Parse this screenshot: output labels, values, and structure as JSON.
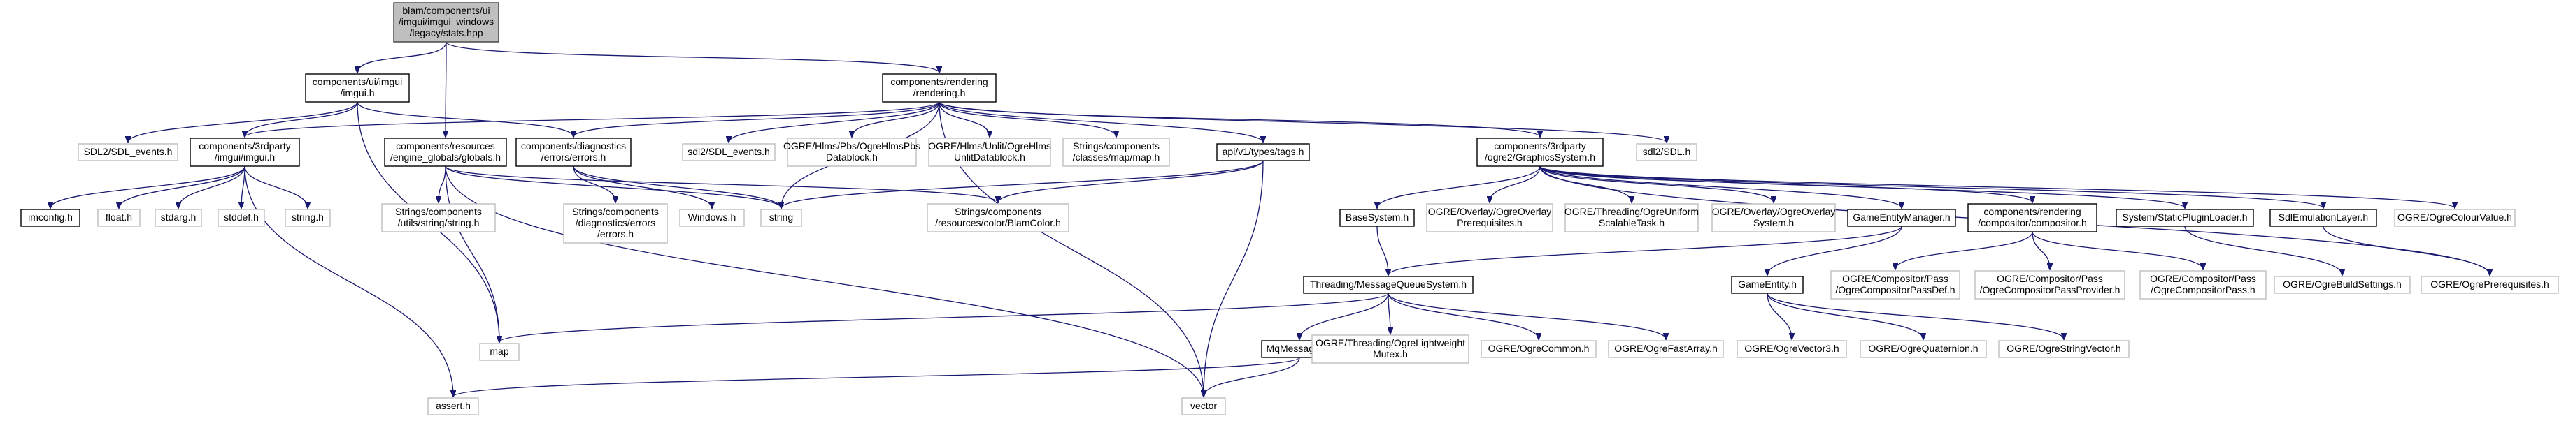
{
  "nodes": [
    {
      "id": "root",
      "lines": [
        "blam/components/ui",
        "/imgui/imgui_windows",
        "/legacy/stats.hpp"
      ],
      "style": "root"
    },
    {
      "id": "imgui_h",
      "lines": [
        "components/ui/imgui",
        "/imgui.h"
      ],
      "style": "normal"
    },
    {
      "id": "rendering_h",
      "lines": [
        "components/rendering",
        "/rendering.h"
      ],
      "style": "normal"
    },
    {
      "id": "sdl2_events",
      "lines": [
        "SDL2/SDL_events.h"
      ],
      "style": "external"
    },
    {
      "id": "third_imgui",
      "lines": [
        "components/3rdparty",
        "/imgui/imgui.h"
      ],
      "style": "normal"
    },
    {
      "id": "globals",
      "lines": [
        "components/resources",
        "/engine_globals/globals.h"
      ],
      "style": "normal"
    },
    {
      "id": "errors",
      "lines": [
        "components/diagnostics",
        "/errors/errors.h"
      ],
      "style": "normal"
    },
    {
      "id": "sdl_events",
      "lines": [
        "sdl2/SDL_events.h"
      ],
      "style": "external"
    },
    {
      "id": "hlms_pbs",
      "lines": [
        "OGRE/Hlms/Pbs/OgreHlmsPbs",
        "Datablock.h"
      ],
      "style": "external"
    },
    {
      "id": "hlms_unlit",
      "lines": [
        "OGRE/Hlms/Unlit/OgreHlms",
        "UnlitDatablock.h"
      ],
      "style": "external"
    },
    {
      "id": "map_h",
      "lines": [
        "Strings/components",
        "/classes/map/map.h"
      ],
      "style": "external"
    },
    {
      "id": "tags",
      "lines": [
        "api/v1/types/tags.h"
      ],
      "style": "normal"
    },
    {
      "id": "graphics",
      "lines": [
        "components/3rdparty",
        "/ogre2/GraphicsSystem.h"
      ],
      "style": "normal"
    },
    {
      "id": "sdl_h",
      "lines": [
        "sdl2/SDL.h"
      ],
      "style": "external"
    },
    {
      "id": "imconfig",
      "lines": [
        "imconfig.h"
      ],
      "style": "normal"
    },
    {
      "id": "float_h",
      "lines": [
        "float.h"
      ],
      "style": "external"
    },
    {
      "id": "stdarg",
      "lines": [
        "stdarg.h"
      ],
      "style": "external"
    },
    {
      "id": "stddef",
      "lines": [
        "stddef.h"
      ],
      "style": "external"
    },
    {
      "id": "string_h",
      "lines": [
        "string.h"
      ],
      "style": "external"
    },
    {
      "id": "string_utils",
      "lines": [
        "Strings/components",
        "/utils/string/string.h"
      ],
      "style": "external"
    },
    {
      "id": "diag_errors",
      "lines": [
        "Strings/components",
        "/diagnostics/errors",
        "/errors.h"
      ],
      "style": "external"
    },
    {
      "id": "windows",
      "lines": [
        "Windows.h"
      ],
      "style": "external"
    },
    {
      "id": "string",
      "lines": [
        "string"
      ],
      "style": "external"
    },
    {
      "id": "blamcolor",
      "lines": [
        "Strings/components",
        "/resources/color/BlamColor.h"
      ],
      "style": "external"
    },
    {
      "id": "basesystem",
      "lines": [
        "BaseSystem.h"
      ],
      "style": "normal"
    },
    {
      "id": "overlay_prereq",
      "lines": [
        "OGRE/Overlay/OgreOverlay",
        "Prerequisites.h"
      ],
      "style": "external"
    },
    {
      "id": "uniform_task",
      "lines": [
        "OGRE/Threading/OgreUniform",
        "ScalableTask.h"
      ],
      "style": "external"
    },
    {
      "id": "overlay_system",
      "lines": [
        "OGRE/Overlay/OgreOverlay",
        "System.h"
      ],
      "style": "external"
    },
    {
      "id": "gem",
      "lines": [
        "GameEntityManager.h"
      ],
      "style": "normal"
    },
    {
      "id": "compositor",
      "lines": [
        "components/rendering",
        "/compositor/compositor.h"
      ],
      "style": "normal"
    },
    {
      "id": "static_plugin",
      "lines": [
        "System/StaticPluginLoader.h"
      ],
      "style": "normal"
    },
    {
      "id": "sdlemu",
      "lines": [
        "SdlEmulationLayer.h"
      ],
      "style": "normal"
    },
    {
      "id": "colourvalue",
      "lines": [
        "OGRE/OgreColourValue.h"
      ],
      "style": "external"
    },
    {
      "id": "mqs",
      "lines": [
        "Threading/MessageQueueSystem.h"
      ],
      "style": "normal"
    },
    {
      "id": "gameentity",
      "lines": [
        "GameEntity.h"
      ],
      "style": "normal"
    },
    {
      "id": "pass_def",
      "lines": [
        "OGRE/Compositor/Pass",
        "/OgreCompositorPassDef.h"
      ],
      "style": "external"
    },
    {
      "id": "pass_provider",
      "lines": [
        "OGRE/Compositor/Pass",
        "/OgreCompositorPassProvider.h"
      ],
      "style": "external"
    },
    {
      "id": "pass_h",
      "lines": [
        "OGRE/Compositor/Pass",
        "/OgreCompositorPass.h"
      ],
      "style": "external"
    },
    {
      "id": "build_settings",
      "lines": [
        "OGRE/OgreBuildSettings.h"
      ],
      "style": "external"
    },
    {
      "id": "ogre_prereq",
      "lines": [
        "OGRE/OgrePrerequisites.h"
      ],
      "style": "external"
    },
    {
      "id": "map",
      "lines": [
        "map"
      ],
      "style": "external"
    },
    {
      "id": "mqmessages",
      "lines": [
        "MqMessages.h"
      ],
      "style": "normal"
    },
    {
      "id": "lw_mutex",
      "lines": [
        "OGRE/Threading/OgreLightweight",
        "Mutex.h"
      ],
      "style": "external"
    },
    {
      "id": "ogre_common",
      "lines": [
        "OGRE/OgreCommon.h"
      ],
      "style": "external"
    },
    {
      "id": "fast_array",
      "lines": [
        "OGRE/OgreFastArray.h"
      ],
      "style": "external"
    },
    {
      "id": "vector3",
      "lines": [
        "OGRE/OgreVector3.h"
      ],
      "style": "external"
    },
    {
      "id": "quaternion",
      "lines": [
        "OGRE/OgreQuaternion.h"
      ],
      "style": "external"
    },
    {
      "id": "stringvector",
      "lines": [
        "OGRE/OgreStringVector.h"
      ],
      "style": "external"
    },
    {
      "id": "assert_h",
      "lines": [
        "assert.h"
      ],
      "style": "external"
    },
    {
      "id": "vector",
      "lines": [
        "vector"
      ],
      "style": "external"
    }
  ],
  "edges": [
    [
      "root",
      "imgui_h"
    ],
    [
      "root",
      "rendering_h"
    ],
    [
      "root",
      "globals"
    ],
    [
      "imgui_h",
      "sdl2_events"
    ],
    [
      "imgui_h",
      "third_imgui"
    ],
    [
      "imgui_h",
      "errors"
    ],
    [
      "imgui_h",
      "map"
    ],
    [
      "rendering_h",
      "third_imgui"
    ],
    [
      "rendering_h",
      "errors"
    ],
    [
      "rendering_h",
      "sdl_events"
    ],
    [
      "rendering_h",
      "hlms_pbs"
    ],
    [
      "rendering_h",
      "hlms_unlit"
    ],
    [
      "rendering_h",
      "map_h"
    ],
    [
      "rendering_h",
      "tags"
    ],
    [
      "rendering_h",
      "graphics"
    ],
    [
      "rendering_h",
      "sdl_h"
    ],
    [
      "rendering_h",
      "string"
    ],
    [
      "rendering_h",
      "vector"
    ],
    [
      "third_imgui",
      "imconfig"
    ],
    [
      "third_imgui",
      "float_h"
    ],
    [
      "third_imgui",
      "stdarg"
    ],
    [
      "third_imgui",
      "stddef"
    ],
    [
      "third_imgui",
      "string_h"
    ],
    [
      "third_imgui",
      "assert_h"
    ],
    [
      "globals",
      "string_utils"
    ],
    [
      "globals",
      "string"
    ],
    [
      "globals",
      "blamcolor"
    ],
    [
      "globals",
      "map"
    ],
    [
      "globals",
      "vector"
    ],
    [
      "errors",
      "diag_errors"
    ],
    [
      "errors",
      "windows"
    ],
    [
      "errors",
      "string"
    ],
    [
      "tags",
      "string"
    ],
    [
      "tags",
      "blamcolor"
    ],
    [
      "tags",
      "vector"
    ],
    [
      "graphics",
      "basesystem"
    ],
    [
      "graphics",
      "overlay_prereq"
    ],
    [
      "graphics",
      "uniform_task"
    ],
    [
      "graphics",
      "overlay_system"
    ],
    [
      "graphics",
      "gem"
    ],
    [
      "graphics",
      "compositor"
    ],
    [
      "graphics",
      "static_plugin"
    ],
    [
      "graphics",
      "sdlemu"
    ],
    [
      "graphics",
      "colourvalue"
    ],
    [
      "graphics",
      "ogre_prereq"
    ],
    [
      "basesystem",
      "mqs"
    ],
    [
      "gem",
      "mqs"
    ],
    [
      "gem",
      "gameentity"
    ],
    [
      "compositor",
      "pass_def"
    ],
    [
      "compositor",
      "pass_provider"
    ],
    [
      "compositor",
      "pass_h"
    ],
    [
      "static_plugin",
      "build_settings"
    ],
    [
      "sdlemu",
      "ogre_prereq"
    ],
    [
      "mqs",
      "map"
    ],
    [
      "mqs",
      "mqmessages"
    ],
    [
      "mqs",
      "lw_mutex"
    ],
    [
      "mqs",
      "ogre_common"
    ],
    [
      "mqs",
      "fast_array"
    ],
    [
      "gameentity",
      "vector3"
    ],
    [
      "gameentity",
      "quaternion"
    ],
    [
      "gameentity",
      "stringvector"
    ],
    [
      "mqmessages",
      "assert_h"
    ],
    [
      "mqmessages",
      "vector"
    ]
  ],
  "colors": {
    "edge": "#191970",
    "normal_border": "#000000",
    "external_border": "#bfbfbf",
    "root_fill": "#bfbfbf",
    "root_border": "#404040",
    "text": "#000000",
    "external_text": "#000000",
    "background": "#ffffff"
  }
}
